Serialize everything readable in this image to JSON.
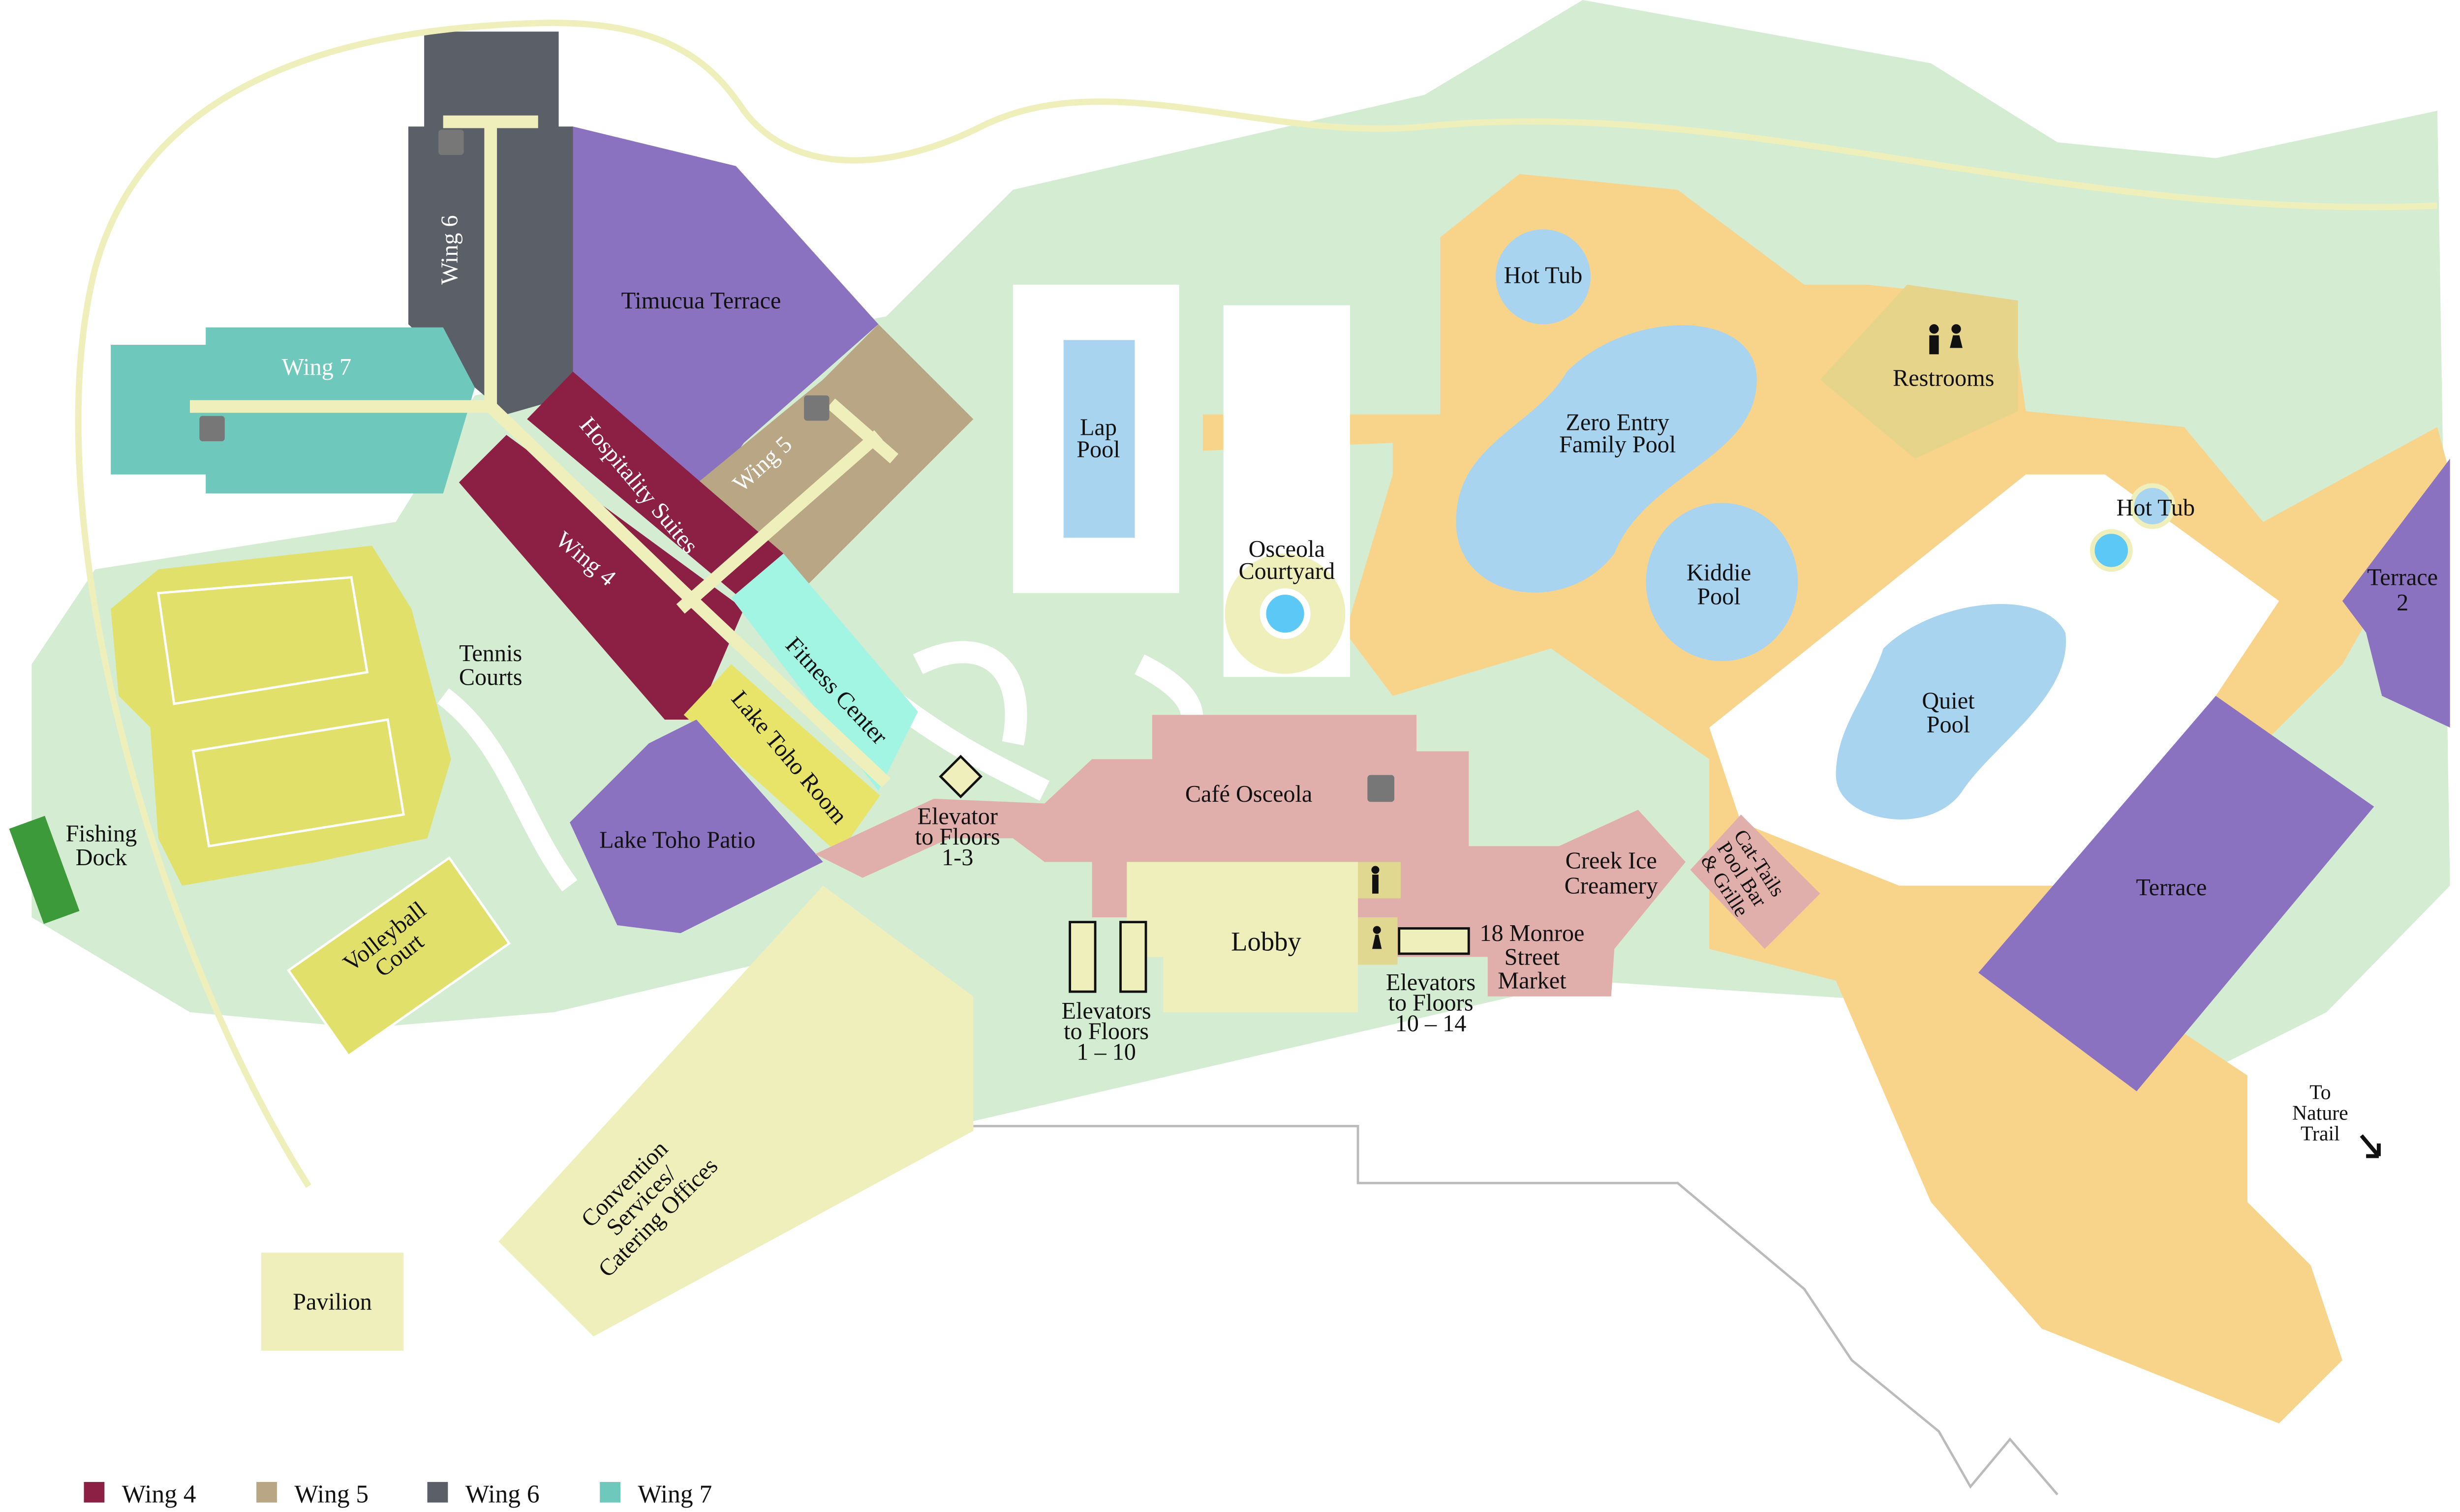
{
  "colors": {
    "wing4": "#8c2044",
    "wing5": "#b8a685",
    "wing6": "#5b6068",
    "wing7": "#6fc8bc",
    "grounds": "#d4ecd2",
    "pool": "#a8d4f0",
    "deck": "#f8d38a",
    "dining": "#e0aeab",
    "terrace": "#8b72c0"
  },
  "labels": {
    "wing6": [
      "Wing 6"
    ],
    "timucua": [
      "Timucua Terrace"
    ],
    "wing7": [
      "Wing 7"
    ],
    "wing5": [
      "Wing 5"
    ],
    "hospitality": [
      "Hospitality Suites"
    ],
    "wing4": [
      "Wing 4"
    ],
    "fitness": [
      "Fitness Center"
    ],
    "lake_toho_room": [
      "Lake Toho Room"
    ],
    "lake_toho_patio": [
      "Lake Toho Patio"
    ],
    "tennis": [
      "Tennis",
      "Courts"
    ],
    "fishing": [
      "Fishing",
      "Dock"
    ],
    "volleyball": [
      "Volleyball",
      "Court"
    ],
    "convention": [
      "Convention",
      "Services/",
      "Catering Offices"
    ],
    "pavilion": [
      "Pavilion"
    ],
    "elevator_1_3": [
      "Elevator",
      "to Floors",
      "1-3"
    ],
    "elevators_1_10": [
      "Elevators",
      "to Floors",
      "1 – 10"
    ],
    "cafe": [
      "Café Osceola"
    ],
    "lobby": [
      "Lobby"
    ],
    "elevators_10_14": [
      "Elevators",
      "to Floors",
      "10 – 14"
    ],
    "monroe": [
      "18 Monroe",
      "Street",
      "Market"
    ],
    "creek": [
      "Creek Ice",
      "Creamery"
    ],
    "cattails": [
      "Cat-Tails",
      "Pool Bar",
      "& Grille"
    ],
    "lap_pool": [
      "Lap",
      "Pool"
    ],
    "courtyard": [
      "Osceola",
      "Courtyard"
    ],
    "hot_tub_1": [
      "Hot Tub"
    ],
    "zero_entry": [
      "Zero Entry",
      "Family Pool"
    ],
    "kiddie": [
      "Kiddie",
      "Pool"
    ],
    "restrooms": [
      "Restrooms"
    ],
    "hot_tub_2": [
      "Hot Tub"
    ],
    "terrace2": [
      "Terrace",
      "2"
    ],
    "quiet_pool": [
      "Quiet",
      "Pool"
    ],
    "terrace": [
      "Terrace"
    ],
    "nature_trail": [
      "To",
      "Nature",
      "Trail"
    ]
  },
  "legend": [
    {
      "label": "Wing 4",
      "color": "#8c2044"
    },
    {
      "label": "Wing 5",
      "color": "#b8a685"
    },
    {
      "label": "Wing 6",
      "color": "#5b6068"
    },
    {
      "label": "Wing 7",
      "color": "#6fc8bc"
    }
  ]
}
